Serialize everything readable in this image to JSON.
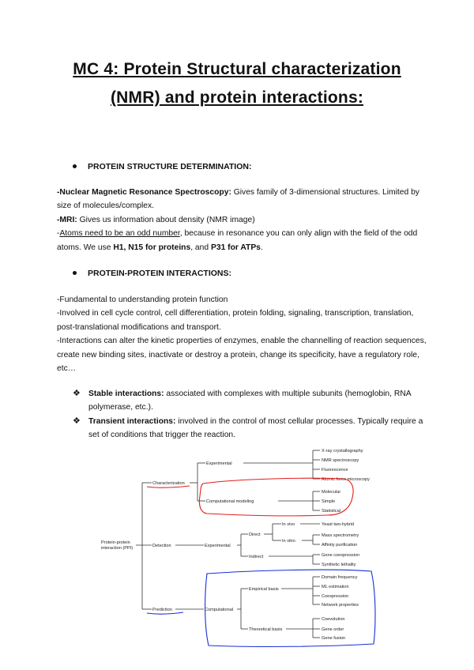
{
  "title": {
    "line1": "MC 4: Protein Structural characterization",
    "line2": "(NMR) and protein interactions:"
  },
  "section1": {
    "heading": "PROTEIN STRUCTURE DETERMINATION:",
    "nmr_label": "-Nuclear Magnetic Resonance Spectroscopy:",
    "nmr_text": " Gives family of 3-dimensional structures. Limited by size of molecules/complex.",
    "mri_label": "-MRI:",
    "mri_text": " Gives us information about density (NMR image)",
    "atoms_dash": "-",
    "atoms_underlined": "Atoms need to be an odd number",
    "atoms_text1": ", because in resonance you can only align with the field of the odd atoms.  We use ",
    "atoms_bold1": "H1, N15 for proteins",
    "atoms_text2": ", and ",
    "atoms_bold2": "P31 for ATPs",
    "atoms_text3": "."
  },
  "section2": {
    "heading": "PROTEIN-PROTEIN INTERACTIONS:",
    "line1": "-Fundamental to understanding protein function",
    "line2": "-Involved in cell cycle control, cell differentiation, protein folding, signaling, transcription, translation, post-translational modifications and transport.",
    "line3": "-Interactions can alter the kinetic properties of enzymes, enable the channelling of reaction sequences, create new binding sites, inactivate or destroy a protein, change its specificity, have a regulatory role, etc…",
    "stable_label": "Stable interactions:",
    "stable_text": " associated with complexes with multiple subunits (hemoglobin, RNA polymerase, etc.).",
    "transient_label": "Transient interactions:",
    "transient_text": " involved in the control of most cellular processes. Typically require a set of conditions that trigger the reaction."
  },
  "diagram": {
    "root": "Protein-protein interaction (PPI)",
    "root_line1": "Protein-protein",
    "root_line2": "interaction (PPI)",
    "characterization": "Characterization",
    "detection": "Detection",
    "prediction": "Prediction",
    "experimental": "Experimental",
    "computational_modeling": "Computational modeling",
    "xray": "X-ray crystallography",
    "nmr": "NMR spectroscopy",
    "fluorescence": "Fluorescence",
    "afm": "Atomic force microscopy",
    "molecular": "Molecular",
    "simple": "Simple",
    "statistical": "Statistical",
    "detection_experimental": "Experimental",
    "direct": "Direct",
    "in_vivo": "In vivo",
    "in_vitro": "In vitro",
    "yeast": "Yeast two-hybrid",
    "mass_spec": "Mass spectrometry",
    "affinity": "Affinity purification",
    "indirect": "Indirect",
    "gene_coexpression": "Gene coexpression",
    "synthetic_lethality": "Synthetic lethality",
    "computational": "Computational",
    "empirical_basis": "Empirical basis",
    "theoretical_basis": "Theoretical basis",
    "domain_frequency": "Domain frequency",
    "ml_estimation": "ML estimation",
    "coexpression": "Coexpression",
    "network_properties": "Network properties",
    "coevolution": "Coevolution",
    "gene_order": "Gene order",
    "gene_fusion": "Gene fusion"
  },
  "colors": {
    "annotation_red": "#e0201c",
    "annotation_blue": "#1a2fd6",
    "text": "#111111"
  }
}
